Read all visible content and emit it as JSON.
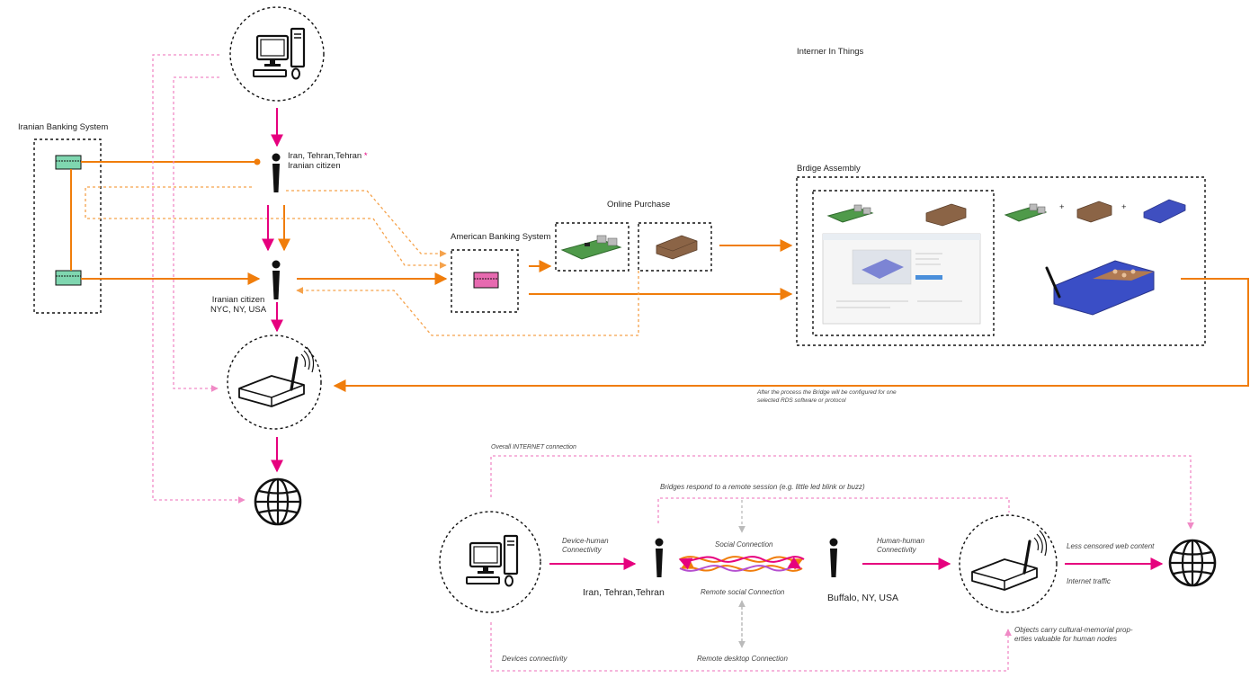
{
  "title": "Interner In Things",
  "top_flow": {
    "iranian_banking_label": "Iranian Banking System",
    "iranian_citizen_tehran": "Iran, Tehran,Tehran",
    "asterisk": "*",
    "iranian_citizen_tehran_role": "Iranian citizen",
    "iranian_citizen_nyc_role": "Iranian citizen",
    "iranian_citizen_nyc_location": "NYC, NY, USA",
    "american_banking_label": "American Banking System",
    "online_purchase_label": "Online Purchase",
    "bridge_assembly_label": "Brdige Assembly",
    "bridge_note_line1": "After the process the Bridge will be configured for one",
    "bridge_note_line2": "selected RDS software or protocol",
    "plus_1": "+",
    "plus_2": "+"
  },
  "bottom_flow": {
    "overall_connection": "Overall INTERNET connection",
    "bridges_respond": "Bridges respond to a remote session (e.g. little led blink or buzz)",
    "device_human_line1": "Device-human",
    "device_human_line2": "Connectivity",
    "social_connection": "Social Connection",
    "remote_social": "Remote social Connection",
    "human_human_line1": "Human-human",
    "human_human_line2": "Connectivity",
    "less_censored": "Less censored web content",
    "internet_traffic": "Internet traffic",
    "location_tehran": "Iran, Tehran,Tehran",
    "location_buffalo": "Buffalo, NY, USA",
    "objects_line1": "Objects carry cultural-memorial prop-",
    "objects_line2": "erties valuable for human nodes",
    "devices_connectivity": "Devices connectivity",
    "remote_desktop": "Remote desktop Connection"
  },
  "colors": {
    "magenta": "#e6007e",
    "orange": "#f07d0b",
    "pink_dotted": "#f08ac6",
    "orange_dotted": "#f5a24b"
  }
}
